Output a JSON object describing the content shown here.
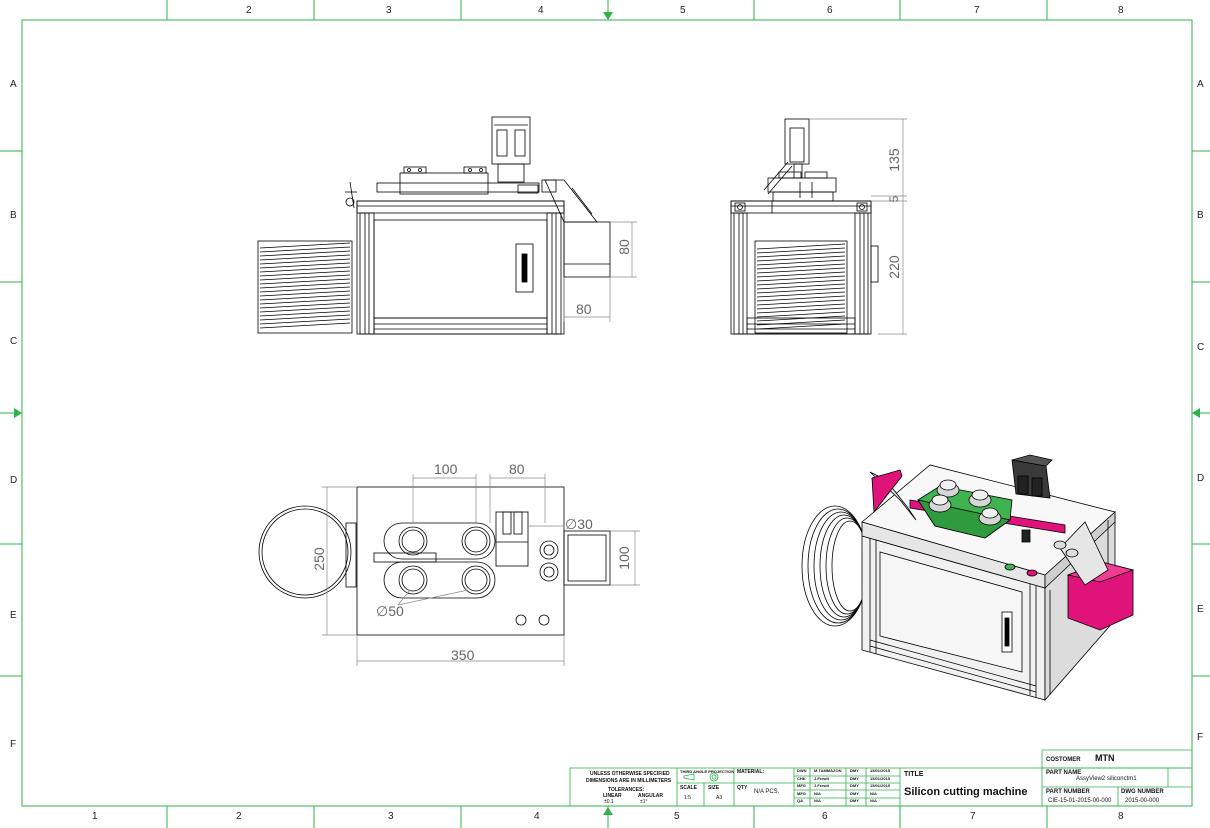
{
  "zones": {
    "columns_top": [
      "2",
      "3",
      "4",
      "5",
      "6",
      "7",
      "8"
    ],
    "columns_bottom": [
      "1",
      "2",
      "3",
      "4",
      "5",
      "6",
      "7",
      "8"
    ],
    "rows_left": [
      "A",
      "B",
      "C",
      "D",
      "E",
      "F"
    ],
    "rows_right": [
      "A",
      "B",
      "C",
      "D",
      "E",
      "F"
    ]
  },
  "dimensions": {
    "front_height": "80",
    "front_width": "80",
    "side_top": "135",
    "side_mid": "5",
    "side_bottom": "220",
    "top_spacing_a": "100",
    "top_spacing_b": "80",
    "top_diameter_small": "∅30",
    "top_height": "250",
    "top_right_height": "100",
    "top_diameter_large": "∅50",
    "top_width": "350"
  },
  "title_block": {
    "notes_line1": "UNLESS OTHERWISE SPECIFIED",
    "notes_line2": "DIMENSIONS ARE IN MILLIMETERS",
    "tolerances_label": "TOLERANCES:",
    "linear_label": "LINEAR",
    "angular_label": "ANGULAR",
    "linear_value": "±0.1",
    "angular_value": "±1°",
    "projection_label": "THIRD ANGLE PROJECTION",
    "material_label": "MATERIAL:",
    "scale_label": "SCALE",
    "scale_value": "1:5",
    "size_label": "SIZE",
    "size_value": "A3",
    "qty_label": "QTY",
    "qty_value": "N/A PCS.",
    "approvals": [
      {
        "role": "DWN",
        "name": "M.TAMMAZON",
        "fmt": "DMY",
        "date": "15/01/2015"
      },
      {
        "role": "CHK",
        "name": "J.Frewli",
        "fmt": "DMY",
        "date": "15/01/2015"
      },
      {
        "role": "MFG",
        "name": "J.Frewli",
        "fmt": "DMY",
        "date": "15/01/2015"
      },
      {
        "role": "MFG",
        "name": "N/A",
        "fmt": "DMY",
        "date": "N/A"
      },
      {
        "role": "QA",
        "name": "N/A",
        "fmt": "DMY",
        "date": "N/A"
      }
    ],
    "title_label": "TITLE",
    "title_value": "Silicon cutting machine",
    "customer_label": "COSTOMER",
    "customer_value": "MTN",
    "part_name_label": "PART NAME",
    "part_name_value": "AssyView2 siliconctm1",
    "part_number_label": "PART NUMBER",
    "part_number_value": "CIE-15-01-2015-00-000",
    "dwg_number_label": "DWG NUMBER",
    "dwg_number_value": "2015-00-000"
  },
  "colors": {
    "frame": "#2db34a",
    "line": "#000000",
    "dim": "#8a8a8a",
    "green_part": "#3fb34f",
    "magenta_part": "#e0137a",
    "grey_face": "#ececec"
  }
}
